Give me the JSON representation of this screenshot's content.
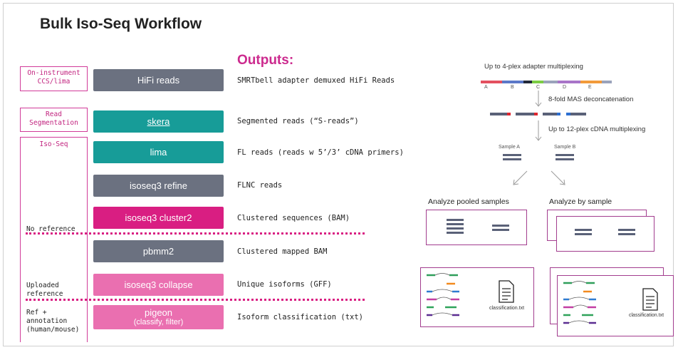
{
  "title": "Bulk Iso-Seq Workflow",
  "outputs_title": "Outputs:",
  "left_labels": {
    "on_instrument": "On-instrument\nCCS/lima",
    "read_segmentation": "Read\nSegmentation",
    "iso_seq": "Iso-Seq",
    "no_reference": "No reference",
    "uploaded_reference": "Uploaded\nreference",
    "ref_annotation": "Ref +\nannotation\n(human/mouse)"
  },
  "steps": [
    {
      "label": "HiFi reads",
      "sub": "",
      "color": "#6b7180",
      "output": "SMRTbell adapter demuxed HiFi Reads"
    },
    {
      "label": "skera",
      "sub": "",
      "color": "#179c98",
      "output": "Segmented reads (“S-reads”)"
    },
    {
      "label": "lima",
      "sub": "",
      "color": "#179c98",
      "output": "FL reads (reads w 5’/3’ cDNA primers)"
    },
    {
      "label": "isoseq3 refine",
      "sub": "",
      "color": "#6b7180",
      "output": "FLNC reads"
    },
    {
      "label": "isoseq3 cluster2",
      "sub": "",
      "color": "#d91e82",
      "output": "Clustered sequences (BAM)"
    },
    {
      "label": "pbmm2",
      "sub": "",
      "color": "#6b7180",
      "output": "Clustered mapped BAM"
    },
    {
      "label": "isoseq3 collapse",
      "sub": "",
      "color": "#ea6fb0",
      "output": "Unique isoforms (GFF)"
    },
    {
      "label": "pigeon",
      "sub": "(classify, filter)",
      "color": "#ea6fb0",
      "output": "Isoform classification (txt)"
    }
  ],
  "diagram": {
    "multiplex_label": "Up to 4-plex adapter multiplexing",
    "adapter_letters": [
      "A",
      "B",
      "C",
      "D",
      "E"
    ],
    "mas_label": "8-fold MAS deconcatenation",
    "cdna_label": "Up to 12-plex cDNA multiplexing",
    "sample_a": "Sample A",
    "sample_b": "Sample B",
    "pooled_label": "Analyze pooled samples",
    "by_sample_label": "Analyze by sample",
    "classification_file": "classification.txt"
  }
}
